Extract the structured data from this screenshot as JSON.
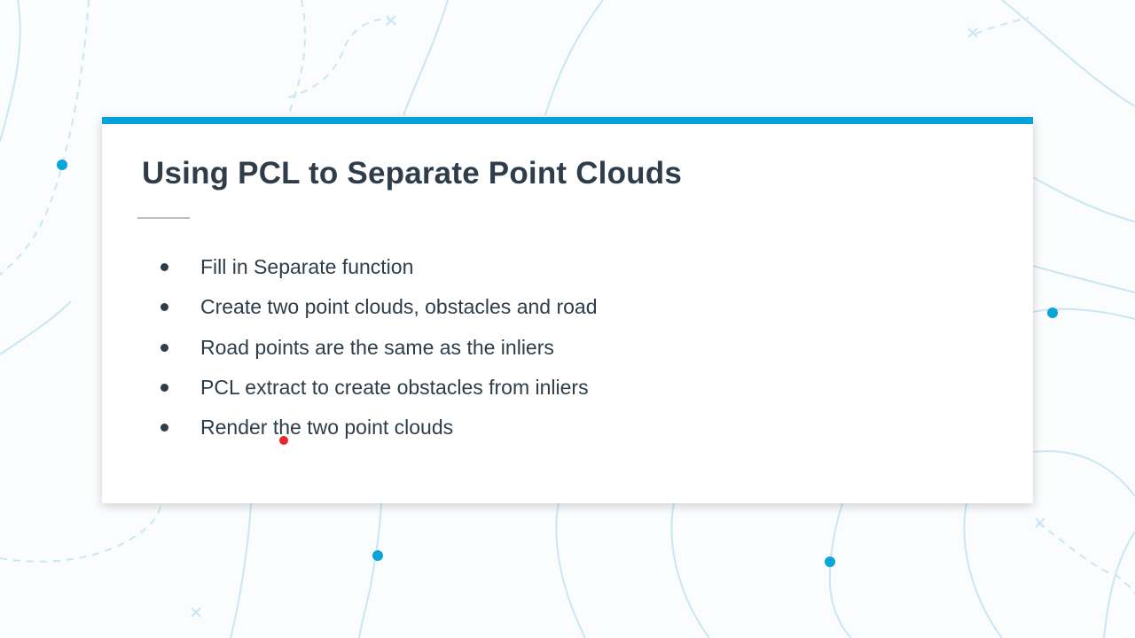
{
  "slide": {
    "title": "Using PCL to Separate Point Clouds",
    "bullets": [
      "Fill in Separate function",
      "Create two point clouds, obstacles and road",
      "Road points are the same as the inliers",
      "PCL extract to create obstacles from inliers",
      "Render the two point clouds"
    ]
  },
  "colors": {
    "accent": "#02a3d8",
    "text": "#2e3d49",
    "background_lines": "#c7e6f2",
    "pointer": "#e8262e"
  },
  "icons": {
    "bullet": "bullet-dot-icon",
    "pointer": "laser-pointer-dot-icon",
    "decor_node": "node-dot-icon",
    "decor_cross": "cross-mark-icon"
  }
}
